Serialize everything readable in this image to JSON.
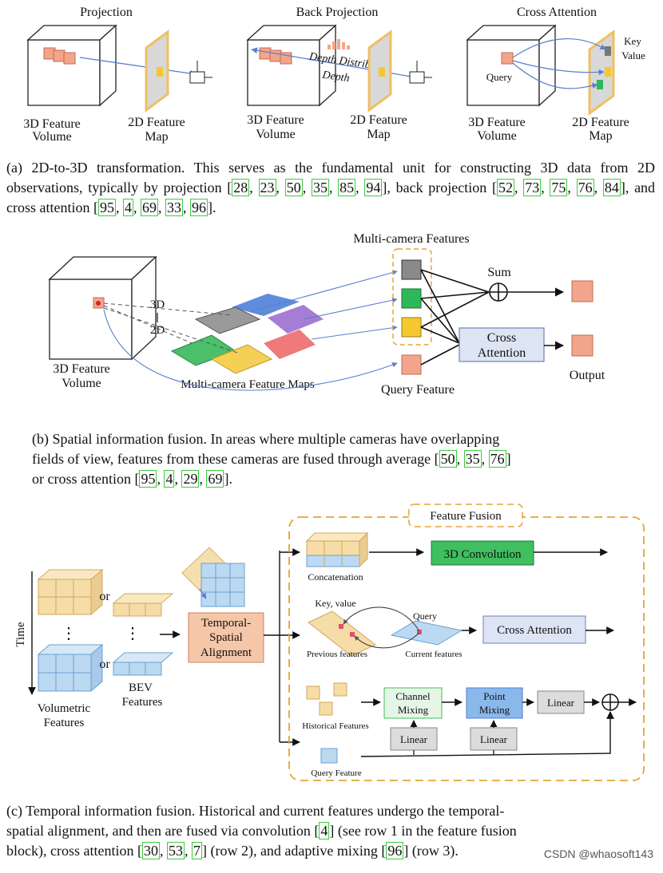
{
  "section_a": {
    "panels": [
      {
        "title": "Projection",
        "left_label": "3D Feature\nVolume",
        "right_label": "2D Feature\nMap"
      },
      {
        "title": "Back Projection",
        "left_label": "3D Feature\nVolume",
        "right_label": "2D Feature\nMap",
        "extra_1": "Depth Distrib",
        "extra_2": "Depth"
      },
      {
        "title": "Cross Attention",
        "left_label": "3D Feature\nVolume",
        "right_label": "2D Feature\nMap",
        "query": "Query",
        "key": "Key",
        "value": "Value"
      }
    ],
    "caption_parts": [
      "(a) 2D-to-3D transformation. This serves as the fundamental unit for constructing 3D data from 2D observations, typically by projection ",
      "28",
      ", ",
      "23",
      ", ",
      "50",
      ", ",
      "35",
      ", ",
      "85",
      ", ",
      "94",
      "], back projection [",
      "52",
      ", ",
      "73",
      ", ",
      "75",
      ", ",
      "76",
      ", ",
      "84",
      "], and cross attention [",
      "95",
      ", ",
      "4",
      ", ",
      "69",
      ", ",
      "33",
      ", ",
      "96",
      "]."
    ]
  },
  "section_b": {
    "volume_label_1": "3D Feature",
    "volume_label_2": "Volume",
    "label_3d": "3D",
    "label_2d": "2D",
    "maps_label": "Multi-camera Feature Maps",
    "multi_features": "Multi-camera Features",
    "query_feature": "Query Feature",
    "sum": "Sum",
    "cross_attention_1": "Cross",
    "cross_attention_2": "Attention",
    "output": "Output",
    "caption_line1": "(b) Spatial information fusion. In areas where multiple cameras have overlapping",
    "caption_line2a": "fields of view, features from these cameras are fused through average [",
    "caption_line3a": "or cross attention [",
    "refs_avg": [
      "50",
      "35",
      "76"
    ],
    "refs_ca": [
      "95",
      "4",
      "29",
      "69"
    ]
  },
  "section_c": {
    "time": "Time",
    "or_1": "or",
    "or_2": "or",
    "volumetric_1": "Volumetric",
    "volumetric_2": "Features",
    "bev_1": "BEV",
    "bev_2": "Features",
    "tsa_1": "Temporal-",
    "tsa_2": "Spatial",
    "tsa_3": "Alignment",
    "feature_fusion": "Feature Fusion",
    "concatenation": "Concatenation",
    "conv3d": "3D Convolution",
    "key_value": "Key, value",
    "query": "Query",
    "previous_features": "Previous features",
    "current_features": "Current features",
    "cross_attention": "Cross Attention",
    "historical_features": "Historical Features",
    "query_feature": "Query Feature",
    "channel_mixing_1": "Channel",
    "channel_mixing_2": "Mixing",
    "point_mixing_1": "Point",
    "point_mixing_2": "Mixing",
    "linear": "Linear",
    "caption_line1": "(c) Temporal information fusion. Historical and current features undergo the temporal-",
    "caption_line2a": "spatial alignment, and then are fused via convolution [",
    "caption_line2b": "] (see row 1 in the feature fusion",
    "caption_line3a": "block), cross attention [",
    "caption_line3b": "] (row 2), and adaptive mixing [",
    "caption_line3c": "] (row 3).",
    "ref_conv": "4",
    "refs_ca": [
      "30",
      "53",
      "7"
    ],
    "ref_mix": "96"
  },
  "watermark": "CSDN @whaosoft143",
  "colors": {
    "salmon": "#f2a58a",
    "green": "#2fb85a",
    "yellow": "#f5c830",
    "gray": "#8a8a8a",
    "blue": "#4f7fd8",
    "purple": "#9b6fd0",
    "red": "#ee6a6a",
    "lightblue": "#bcd9f2",
    "tan": "#f6dca6",
    "ref_box": "#3ccc3c"
  }
}
